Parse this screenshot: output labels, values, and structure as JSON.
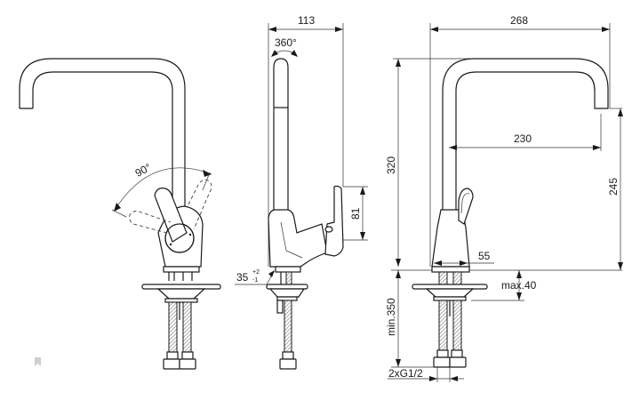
{
  "drawing": {
    "subject": "Single-lever kitchen faucet with high U-spout",
    "views": [
      "front view (lever rotation)",
      "side view",
      "front view (dimensions)"
    ],
    "colors": {
      "line": "#1a1a1a",
      "background": "#ffffff",
      "hose_hatch": "#888888"
    }
  },
  "annotations": {
    "lever_rotation": "90°",
    "spout_rotation": "360°",
    "side_depth": "113",
    "lever_height": "81",
    "hole_diameter": "35",
    "hole_tol_plus": "+2",
    "hole_tol_minus": "-1",
    "overall_width": "268",
    "overall_height": "320",
    "spout_reach": "230",
    "spout_outlet_height": "245",
    "base_diameter": "55",
    "max_deck_thickness": "max.40",
    "min_hose_length": "min.350",
    "connection": "2xG1/2"
  },
  "icons": {
    "corner_mark": "bookmark-icon"
  }
}
